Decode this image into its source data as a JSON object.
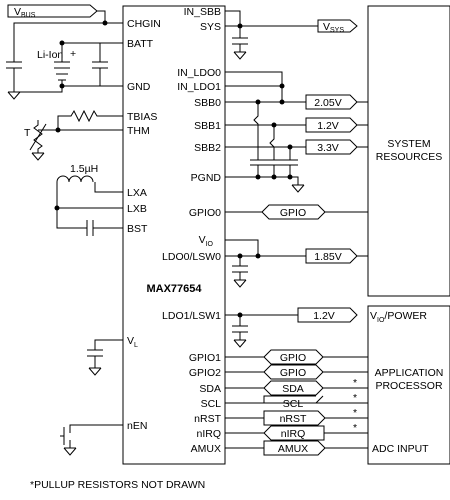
{
  "chip": {
    "name": "MAX77654",
    "left_pins": [
      "CHGIN",
      "BATT",
      "GND",
      "TBIAS",
      "THM",
      "LXA",
      "LXB",
      "BST",
      "VL",
      "nEN"
    ],
    "right_pins": [
      "IN_SBB",
      "SYS",
      "IN_LDO0",
      "IN_LDO1",
      "SBB0",
      "SBB1",
      "SBB2",
      "PGND",
      "GPIO0",
      "VIO",
      "LDO0/LSW0",
      "LDO1/LSW1",
      "GPIO1",
      "GPIO2",
      "SDA",
      "SCL",
      "nRST",
      "nIRQ",
      "AMUX"
    ]
  },
  "labels": {
    "vbus": "V",
    "vbus_sub": "BUS",
    "vsys": "V",
    "vsys_sub": "SYS",
    "liion": "Li-Ion",
    "plus": "+",
    "thermistor": "T",
    "inductor": "1.5µH",
    "vio_pin_main": "V",
    "vio_pin_sub": "IO",
    "vl_main": "V",
    "vl_sub": "L",
    "v_sbb0": "2.05V",
    "v_sbb1": "1.2V",
    "v_sbb2": "3.3V",
    "v_ldo0": "1.85V",
    "v_ldo1": "1.2V",
    "vio_power_main": "V",
    "vio_power_sub": "IO",
    "vio_power_suffix": "/POWER",
    "gpio_bus": "GPIO",
    "sys_res_line1": "SYSTEM",
    "sys_res_line2": "RESOURCES",
    "ap_line1": "APPLICATION",
    "ap_line2": "PROCESSOR",
    "adc_input": "ADC INPUT",
    "footnote": "*PULLUP RESISTORS NOT DRAWN",
    "star": "*"
  },
  "bus_signals": [
    "GPIO",
    "GPIO",
    "SDA",
    "SCL",
    "nRST",
    "nIRQ",
    "AMUX"
  ]
}
